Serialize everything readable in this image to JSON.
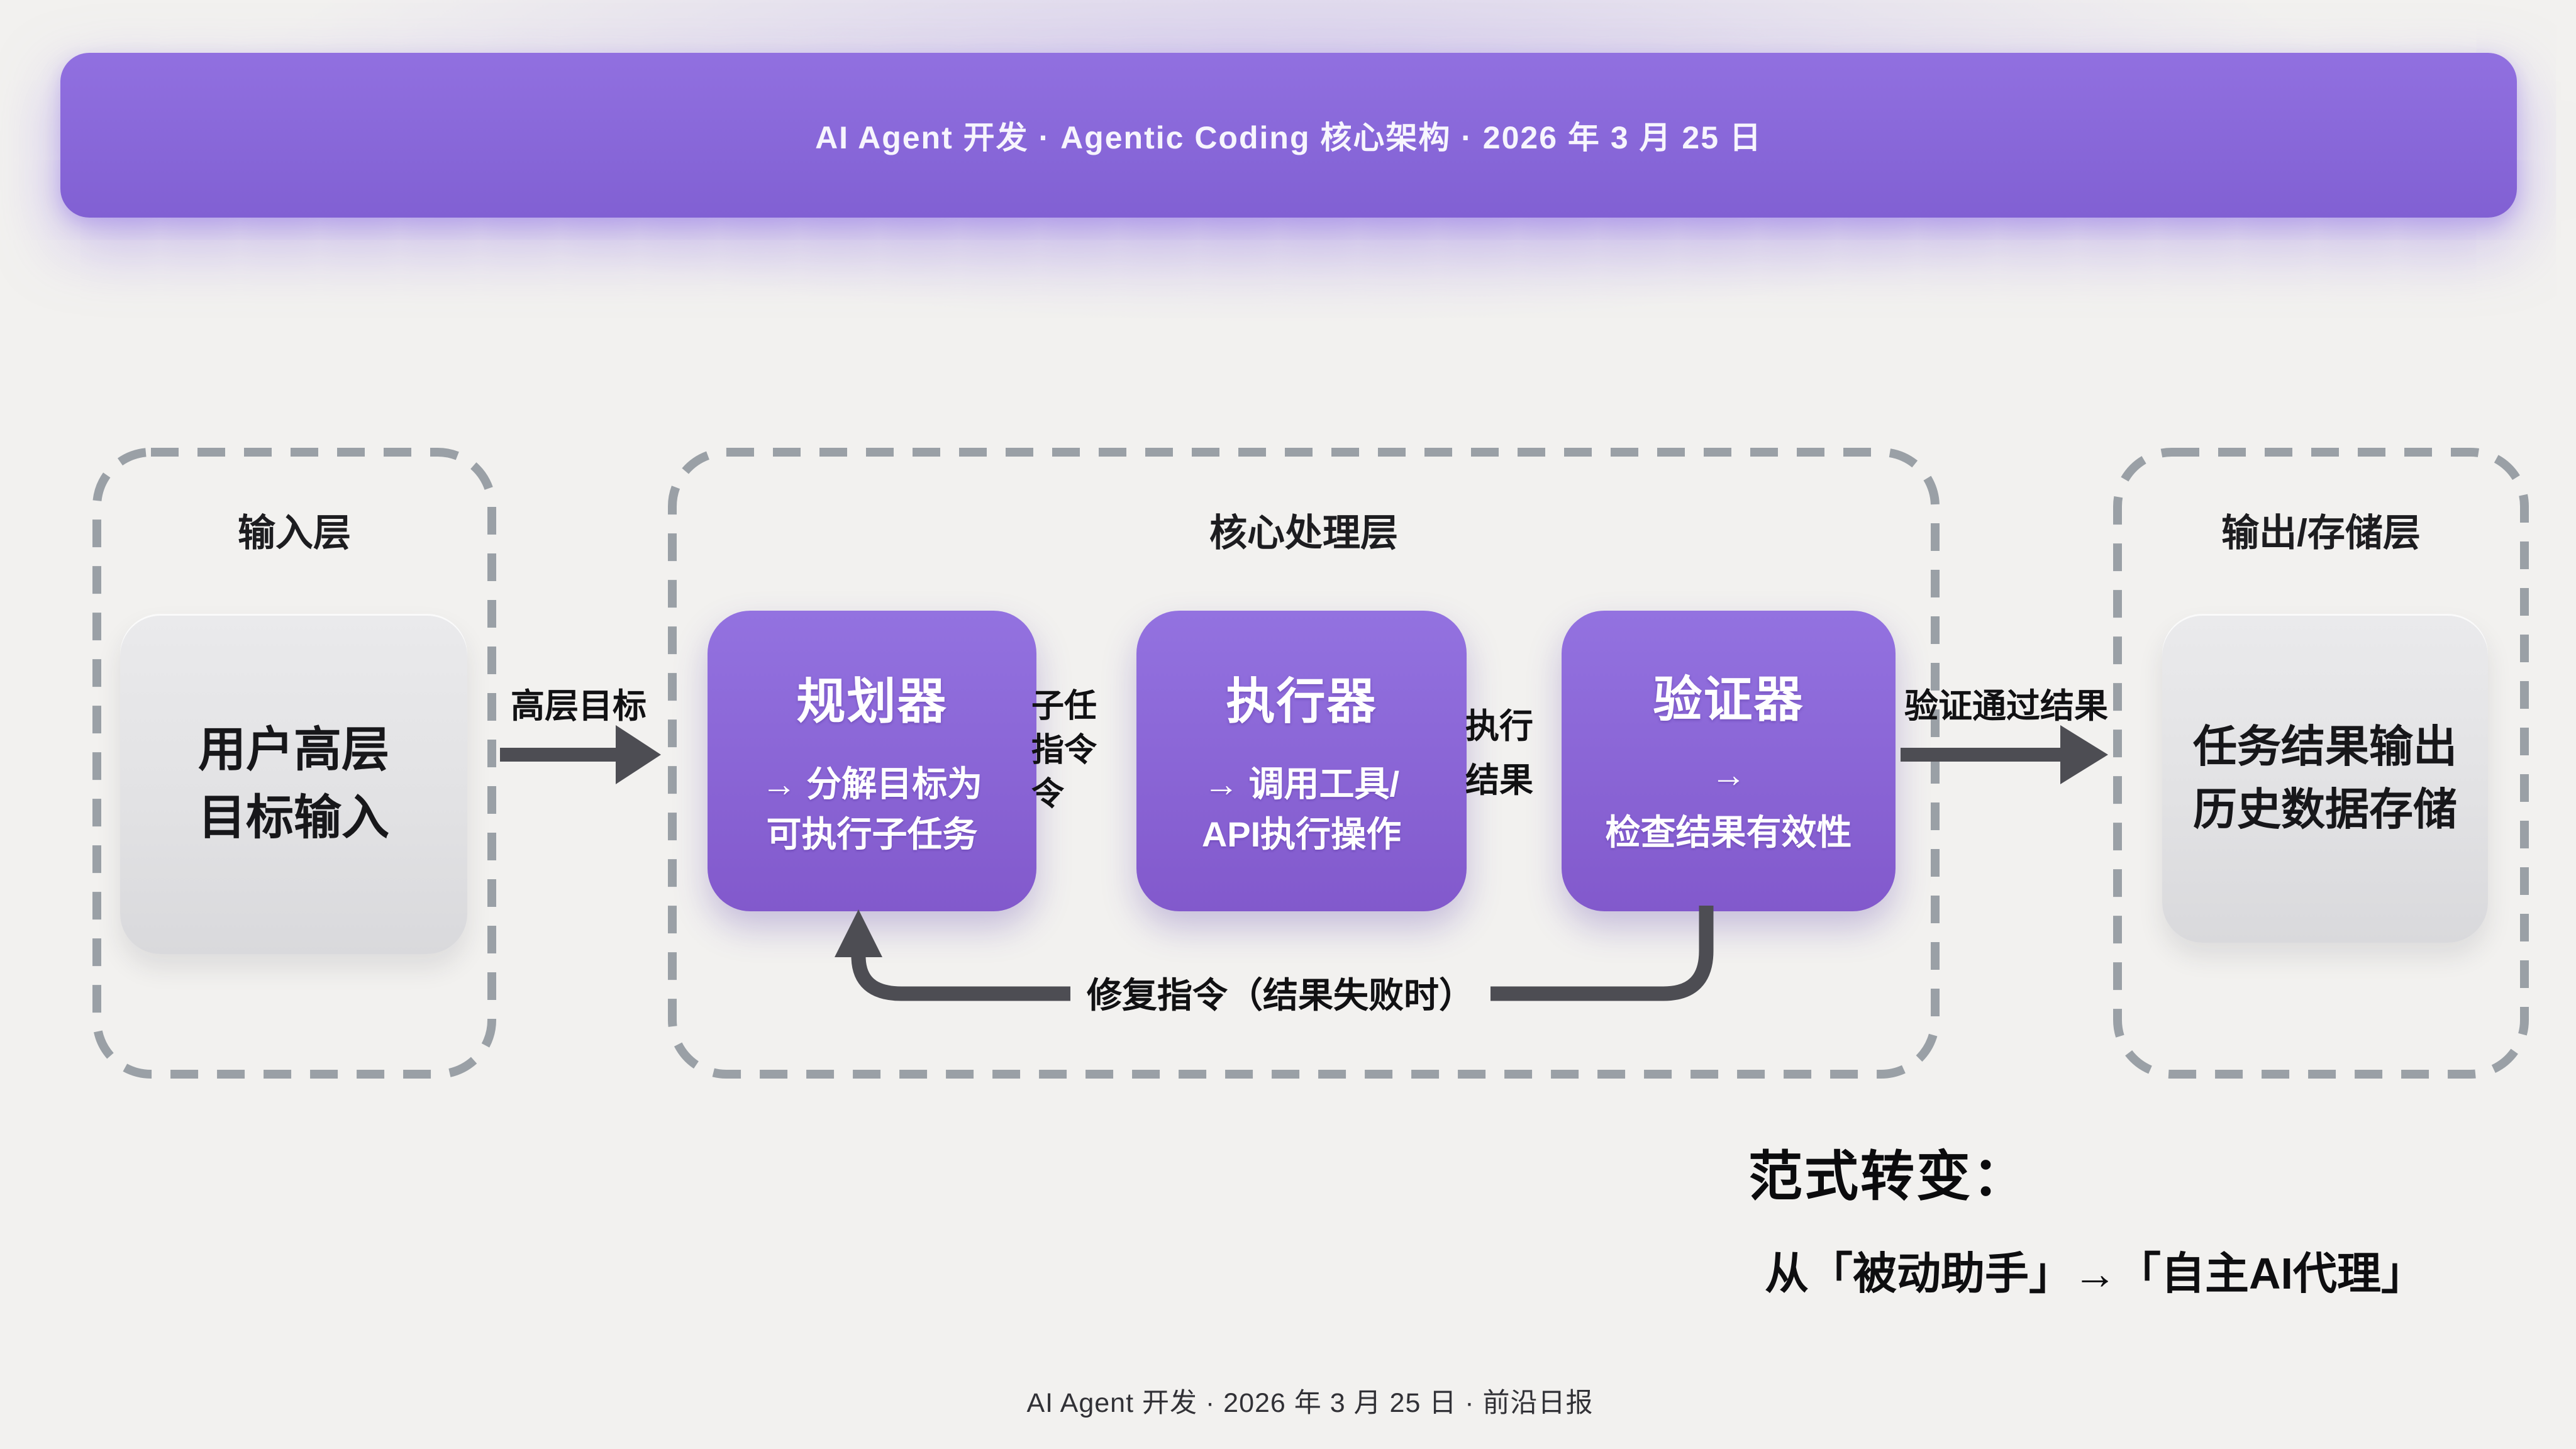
{
  "banner": {
    "title": "AI Agent 开发 · Agentic Coding 核心架构 · 2026 年 3 月 25 日"
  },
  "layers": {
    "input": {
      "title": "输入层",
      "box_text": "用户高层\n目标输入"
    },
    "core": {
      "title": "核心处理层",
      "nodes": [
        {
          "title": "规划器",
          "desc": "→ 分解目标为\n可执行子任务"
        },
        {
          "title": "执行器",
          "desc": "→ 调用工具/\nAPI执行操作"
        },
        {
          "title": "验证器",
          "desc": "→\n检查结果有效性"
        }
      ],
      "gap_labels": [
        "子任\n指令\n令",
        "执行\n结果"
      ]
    },
    "output": {
      "title": "输出/存储层",
      "box_text": "任务结果输出\n历史数据存储"
    }
  },
  "flows": {
    "input_to_core": "高层目标",
    "core_to_output": "验证通过结果",
    "feedback": "修复指令（结果失败时）"
  },
  "paradigm": {
    "heading": "范式转变：",
    "body": "从「被动助手」→「自主AI代理」"
  },
  "footer": "AI Agent 开发 · 2026 年 3 月 25 日 · 前沿日报",
  "colors": {
    "banner_purple": "#8868da",
    "node_purple": "#8b68d6",
    "arrow_gray": "#4d4d53",
    "dash_gray": "#9aa0a6",
    "background": "#f2f1ef"
  }
}
